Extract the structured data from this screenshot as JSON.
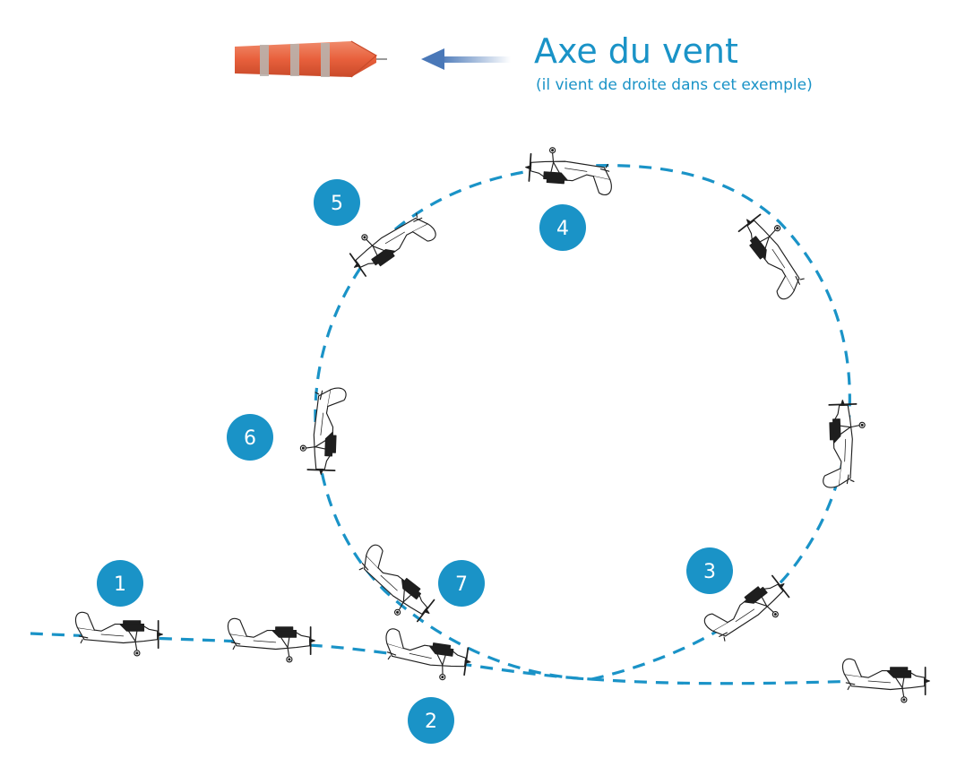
{
  "header": {
    "title": "Axe du vent",
    "subtitle": "(il vient de droite dans cet exemple)"
  },
  "positions": [
    {
      "label": "1"
    },
    {
      "label": "2"
    },
    {
      "label": "3"
    },
    {
      "label": "4"
    },
    {
      "label": "5"
    },
    {
      "label": "6"
    },
    {
      "label": "7"
    }
  ],
  "icons": {
    "windsock": "windsock-icon",
    "wind_arrow": "arrow-left-icon",
    "aircraft": "airplane-icon"
  },
  "colors": {
    "accent_blue": "#1a93c7",
    "arrow_blue": "#4a78b8",
    "windsock_orange": "#e8603c",
    "windsock_stripe": "#b9b3ad",
    "plane_ink": "#1e1e1e"
  }
}
